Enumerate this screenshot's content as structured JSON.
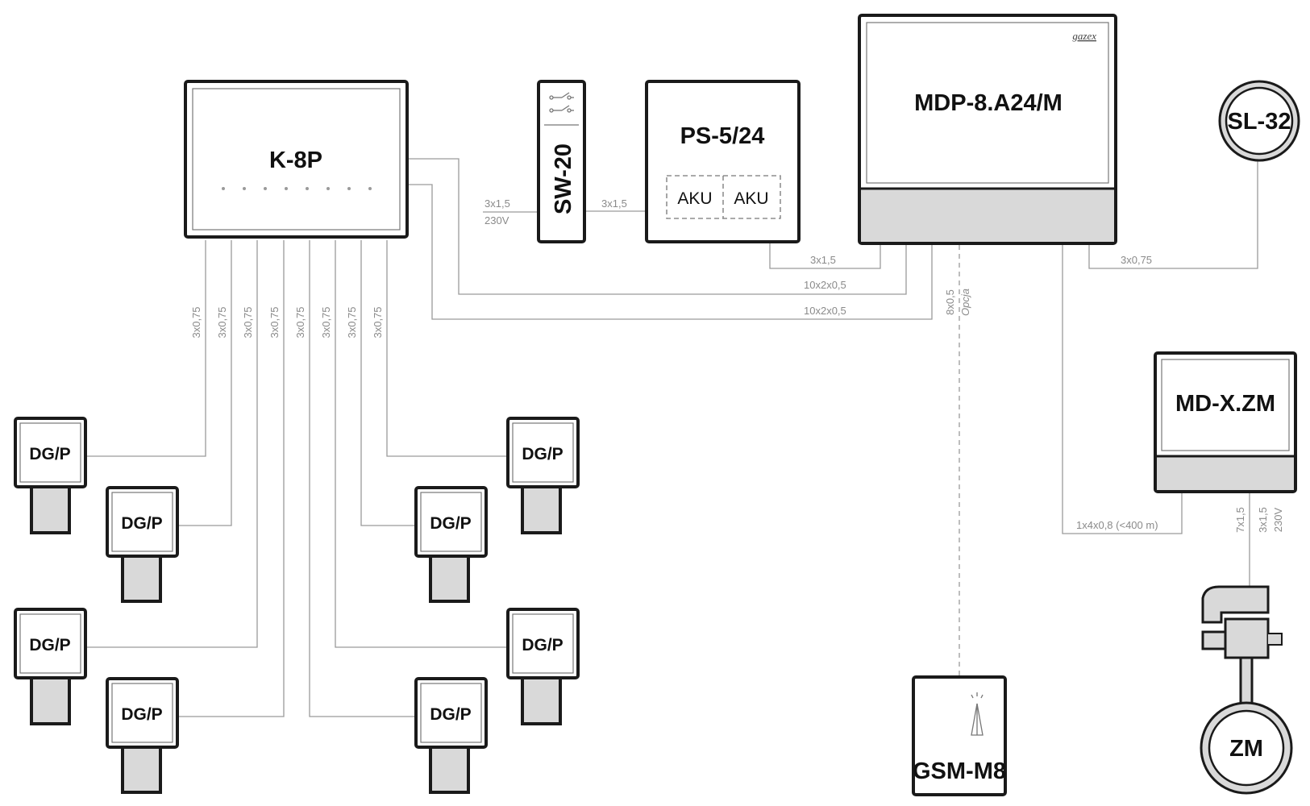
{
  "devices": {
    "k8p": "K-8P",
    "sw20": "SW-20",
    "ps524": "PS-5/24",
    "aku": "AKU",
    "mdp": "MDP-8.A24/M",
    "brand": "gazex",
    "sl32": "SL-32",
    "mdx": "MD-X.ZM",
    "gsm": "GSM-M8",
    "zm": "ZM",
    "dgp": "DG/P"
  },
  "cables": {
    "sensor": "3x0,75",
    "mains": "3x1,5",
    "voltage": "230V",
    "bus": "10x2x0,5",
    "sl": "3x0,75",
    "gsm_cable": "8x0,5",
    "gsm_option": "Opcja",
    "mdx_cable": "1x4x0,8 (<400 m)",
    "valve_cable": "7x1,5"
  }
}
